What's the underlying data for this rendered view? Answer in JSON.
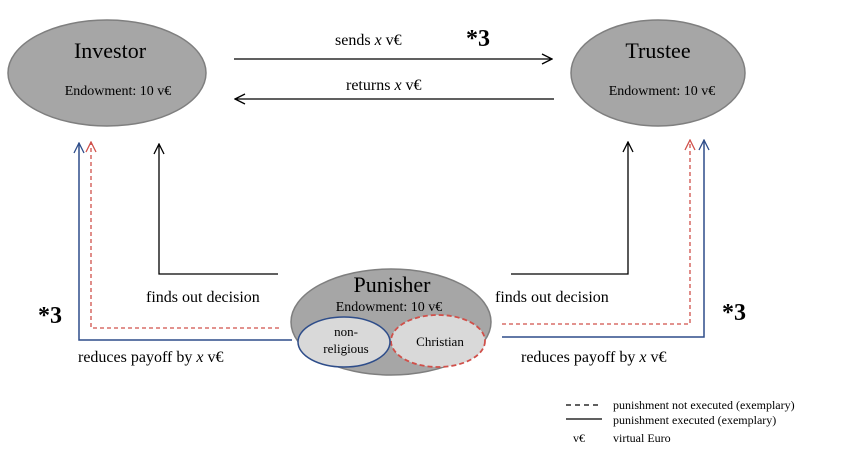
{
  "investor": {
    "title": "Investor",
    "endowment": "Endowment: 10 v€"
  },
  "trustee": {
    "title": "Trustee",
    "endowment": "Endowment: 10 v€"
  },
  "punisher": {
    "title": "Punisher",
    "endowment": "Endowment: 10 v€",
    "group_a": [
      "non-",
      "religious"
    ],
    "group_b": "Christian"
  },
  "arrows": {
    "sends_prefix": "sends ",
    "sends_var": "x",
    "sends_suffix": " v€",
    "returns_prefix": "returns ",
    "returns_var": "x",
    "returns_suffix": " v€",
    "finds_out_left": "finds out decision",
    "finds_out_right": "finds out decision",
    "reduces_prefix": "reduces payoff by ",
    "reduces_var": "x",
    "reduces_suffix": " v€",
    "multiplier": "*3"
  },
  "legend": {
    "dashed": "punishment not executed (exemplary)",
    "solid": "punishment executed (exemplary)",
    "unit_symbol": "v€",
    "unit_label": "virtual Euro"
  },
  "colors": {
    "node_fill": "#a6a6a6",
    "node_stroke": "#7f7f7f",
    "blue": "#2e4d8a",
    "red": "#d0504a",
    "light_fill": "#d9d9d9"
  }
}
